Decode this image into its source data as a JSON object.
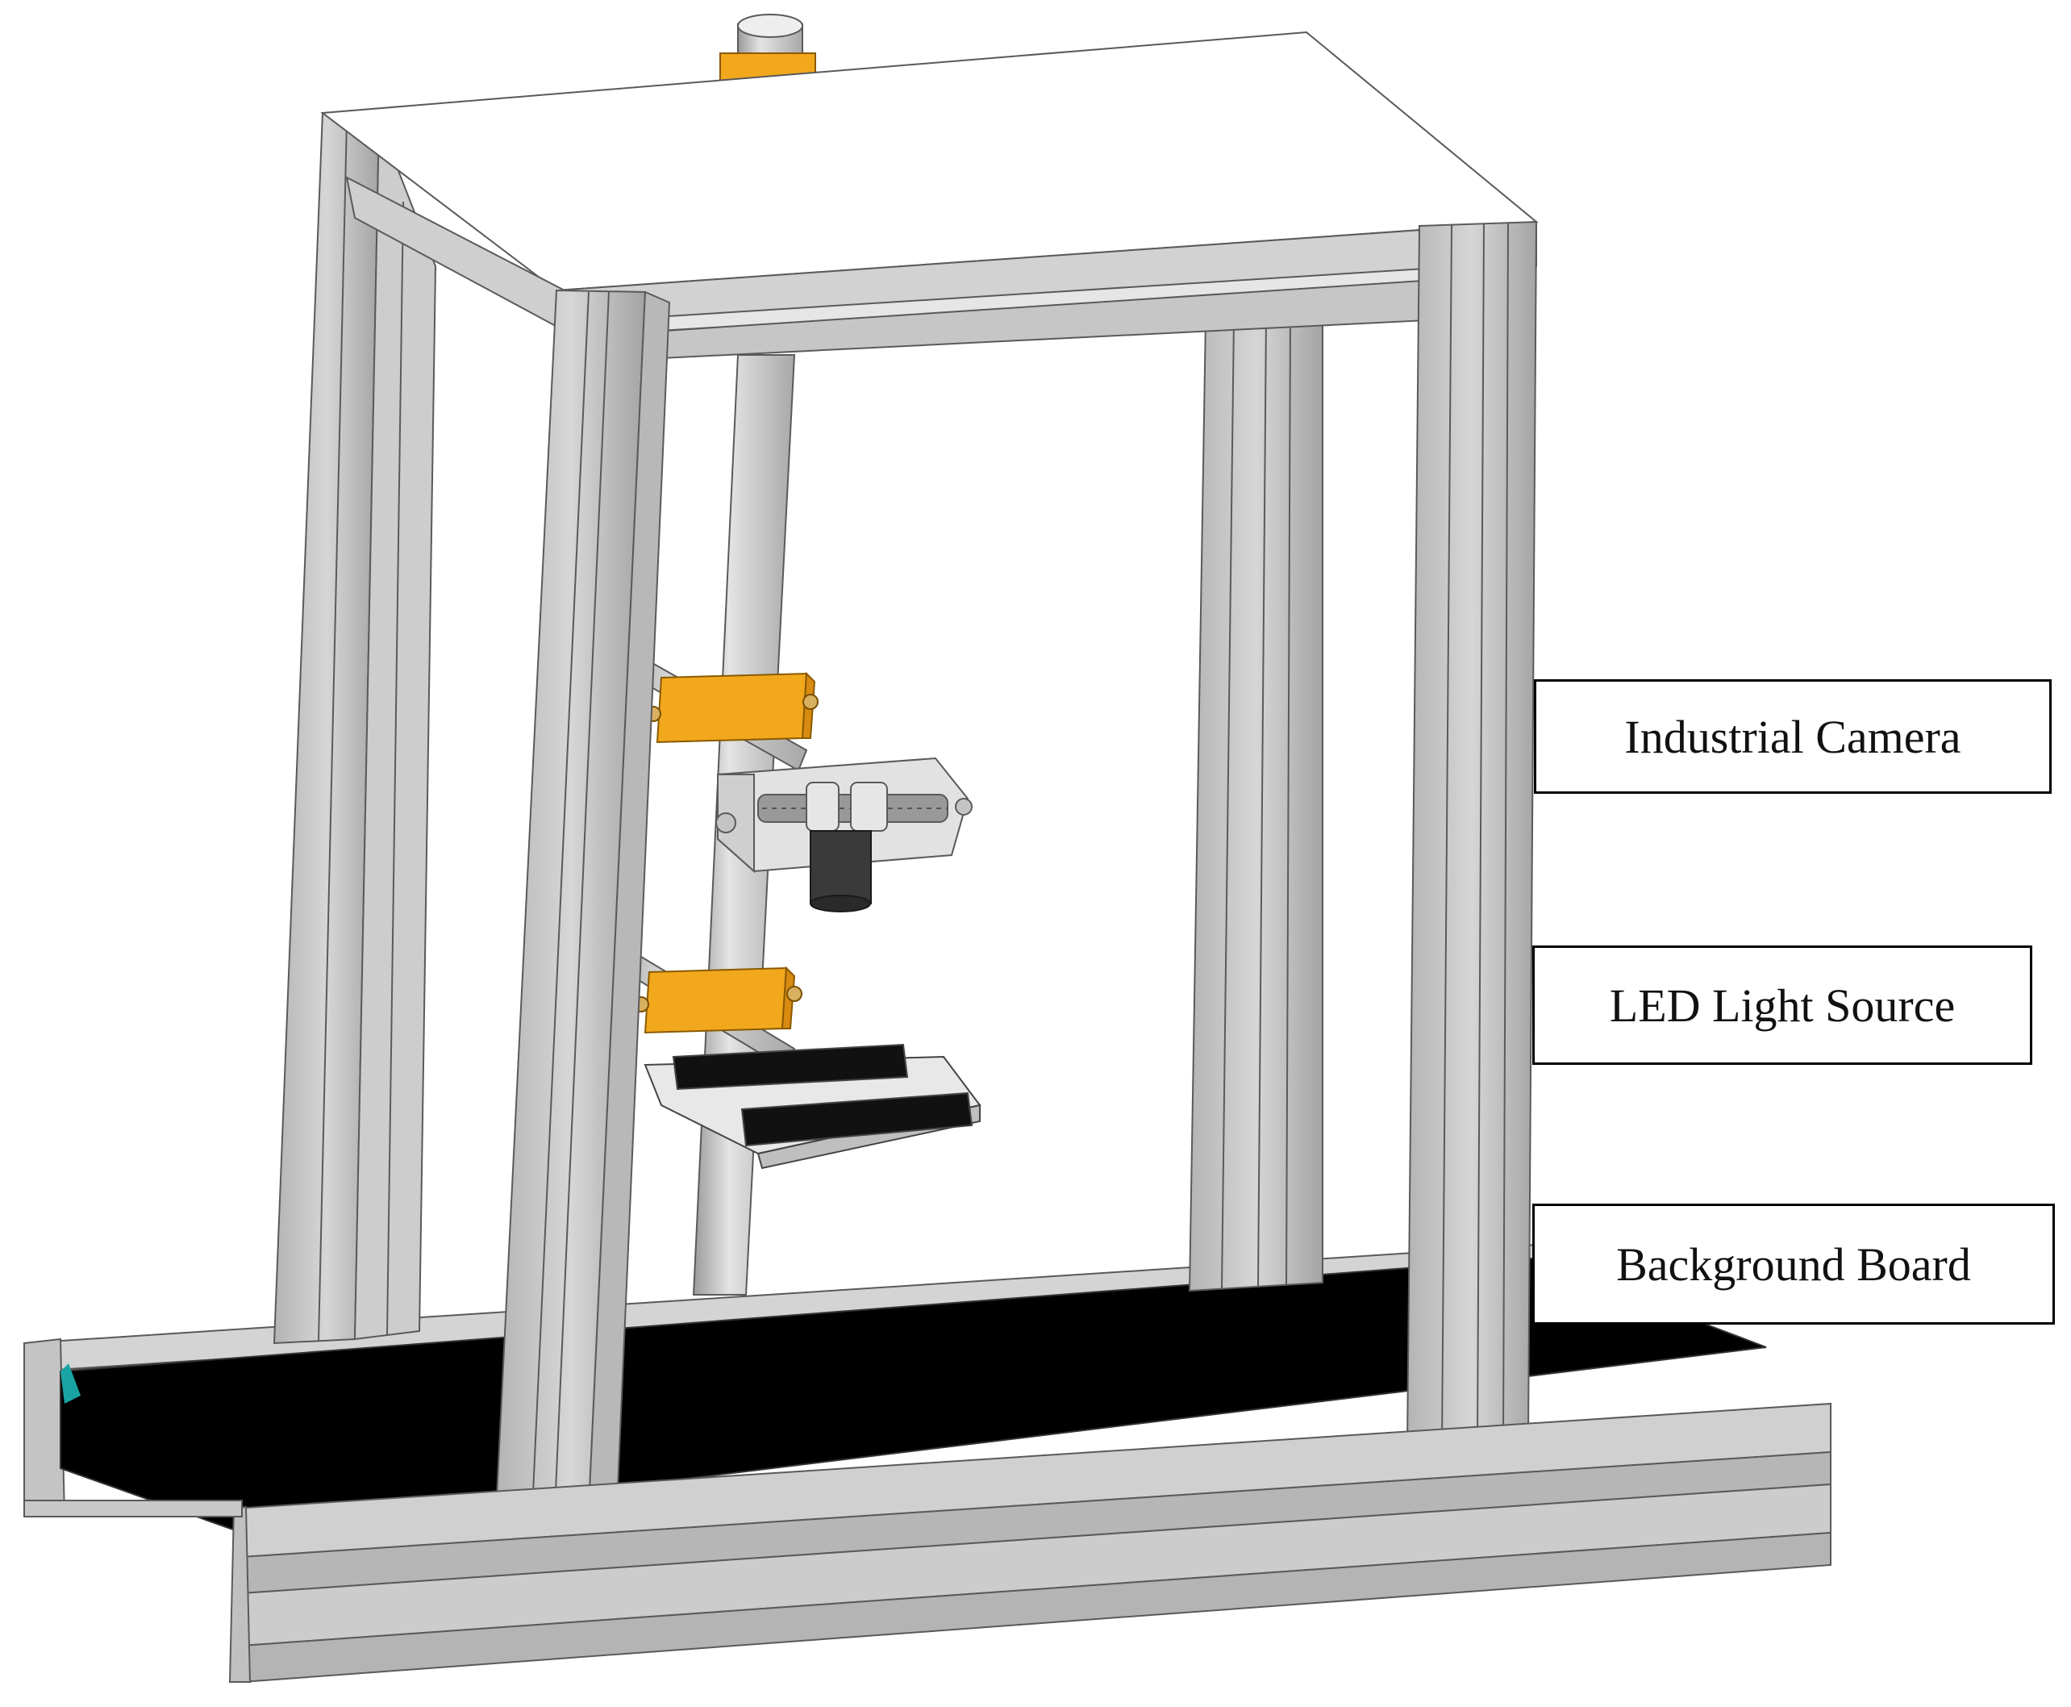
{
  "figure": {
    "labels": {
      "camera": "Industrial Camera",
      "led": "LED Light Source",
      "board": "Background Board"
    }
  },
  "colors": {
    "frame": "#c8c8c8",
    "frame_shadow": "#a6a6a6",
    "frame_edge": "#5a5a5a",
    "clamp": "#f2a81d",
    "clamp_dark": "#d98a10",
    "board": "#000000",
    "top_panel": "#ffffff",
    "camera_body": "#3a3a3a"
  },
  "icons": {
    "camera": "industrial-camera-icon",
    "light": "led-light-bar-icon"
  }
}
